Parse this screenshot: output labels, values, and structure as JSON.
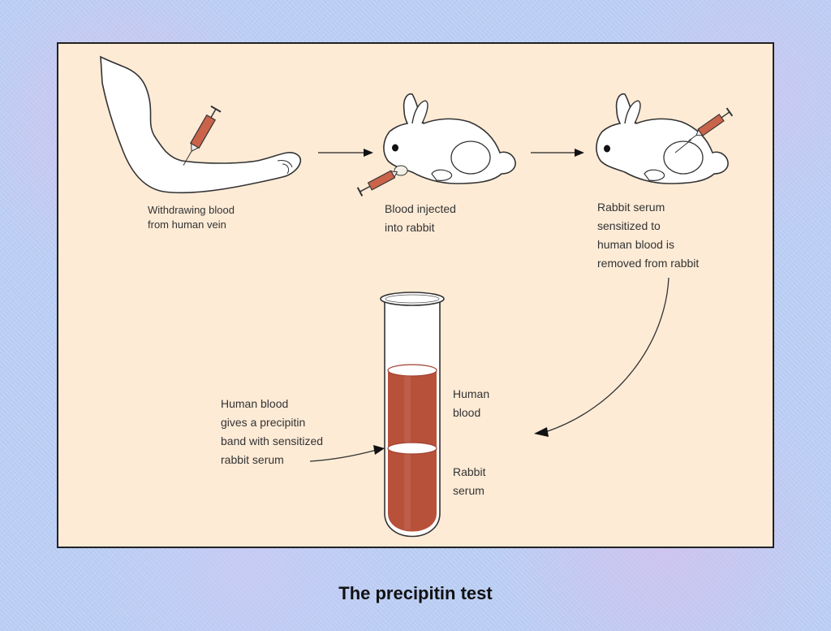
{
  "slide": {
    "title": "The precipitin test"
  },
  "diagram": {
    "steps": [
      {
        "id": "step-1",
        "label": "Withdrawing blood\nfrom human vein"
      },
      {
        "id": "step-2",
        "label": "Blood injected\ninto rabbit"
      },
      {
        "id": "step-3",
        "label": "Rabbit serum\nsensitized to\nhuman blood is\nremoved from rabbit"
      }
    ],
    "test_tube": {
      "band_label": "Human blood\ngives a precipitin\nband with sensitized\nrabbit serum",
      "upper_layer_label": "Human\nblood",
      "lower_layer_label": "Rabbit\nserum"
    },
    "colors": {
      "panel_bg": "#fdebd6",
      "blood": "#b8513a",
      "syringe": "#c9634a",
      "outline": "#333333"
    }
  }
}
